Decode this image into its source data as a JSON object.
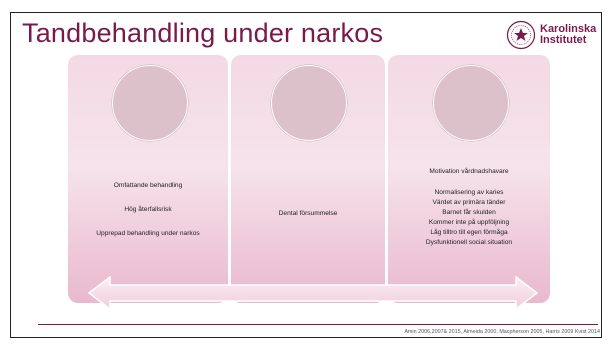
{
  "title": "Tandbehandling under narkos",
  "logo": {
    "line1": "Karolinska",
    "line2": "Institutet"
  },
  "panels": [
    {
      "lines": [
        "Omfattande behandling",
        "Hög återfallsrisk",
        "Upprepad behandling under narkos"
      ]
    },
    {
      "lines": [
        "Dental försummelse"
      ]
    },
    {
      "heading": "Motivation vårdnadshavare",
      "lines": [
        "Normalisering av karies",
        "Värdet av primära tänder",
        "Barnet får skulden",
        "Kommer inte på uppföljning",
        "Låg tilltro till egen förmåga",
        "Dysfunktionell social situation"
      ]
    }
  ],
  "citation": "Amin 2006,2007& 2015, Almeida 2000, Macpherson 2005, Harris 2009 Kvist 2014",
  "colors": {
    "accent": "#7a1a4a",
    "panel_top": "#f3d9e4",
    "panel_bottom": "#e9b9cd"
  }
}
